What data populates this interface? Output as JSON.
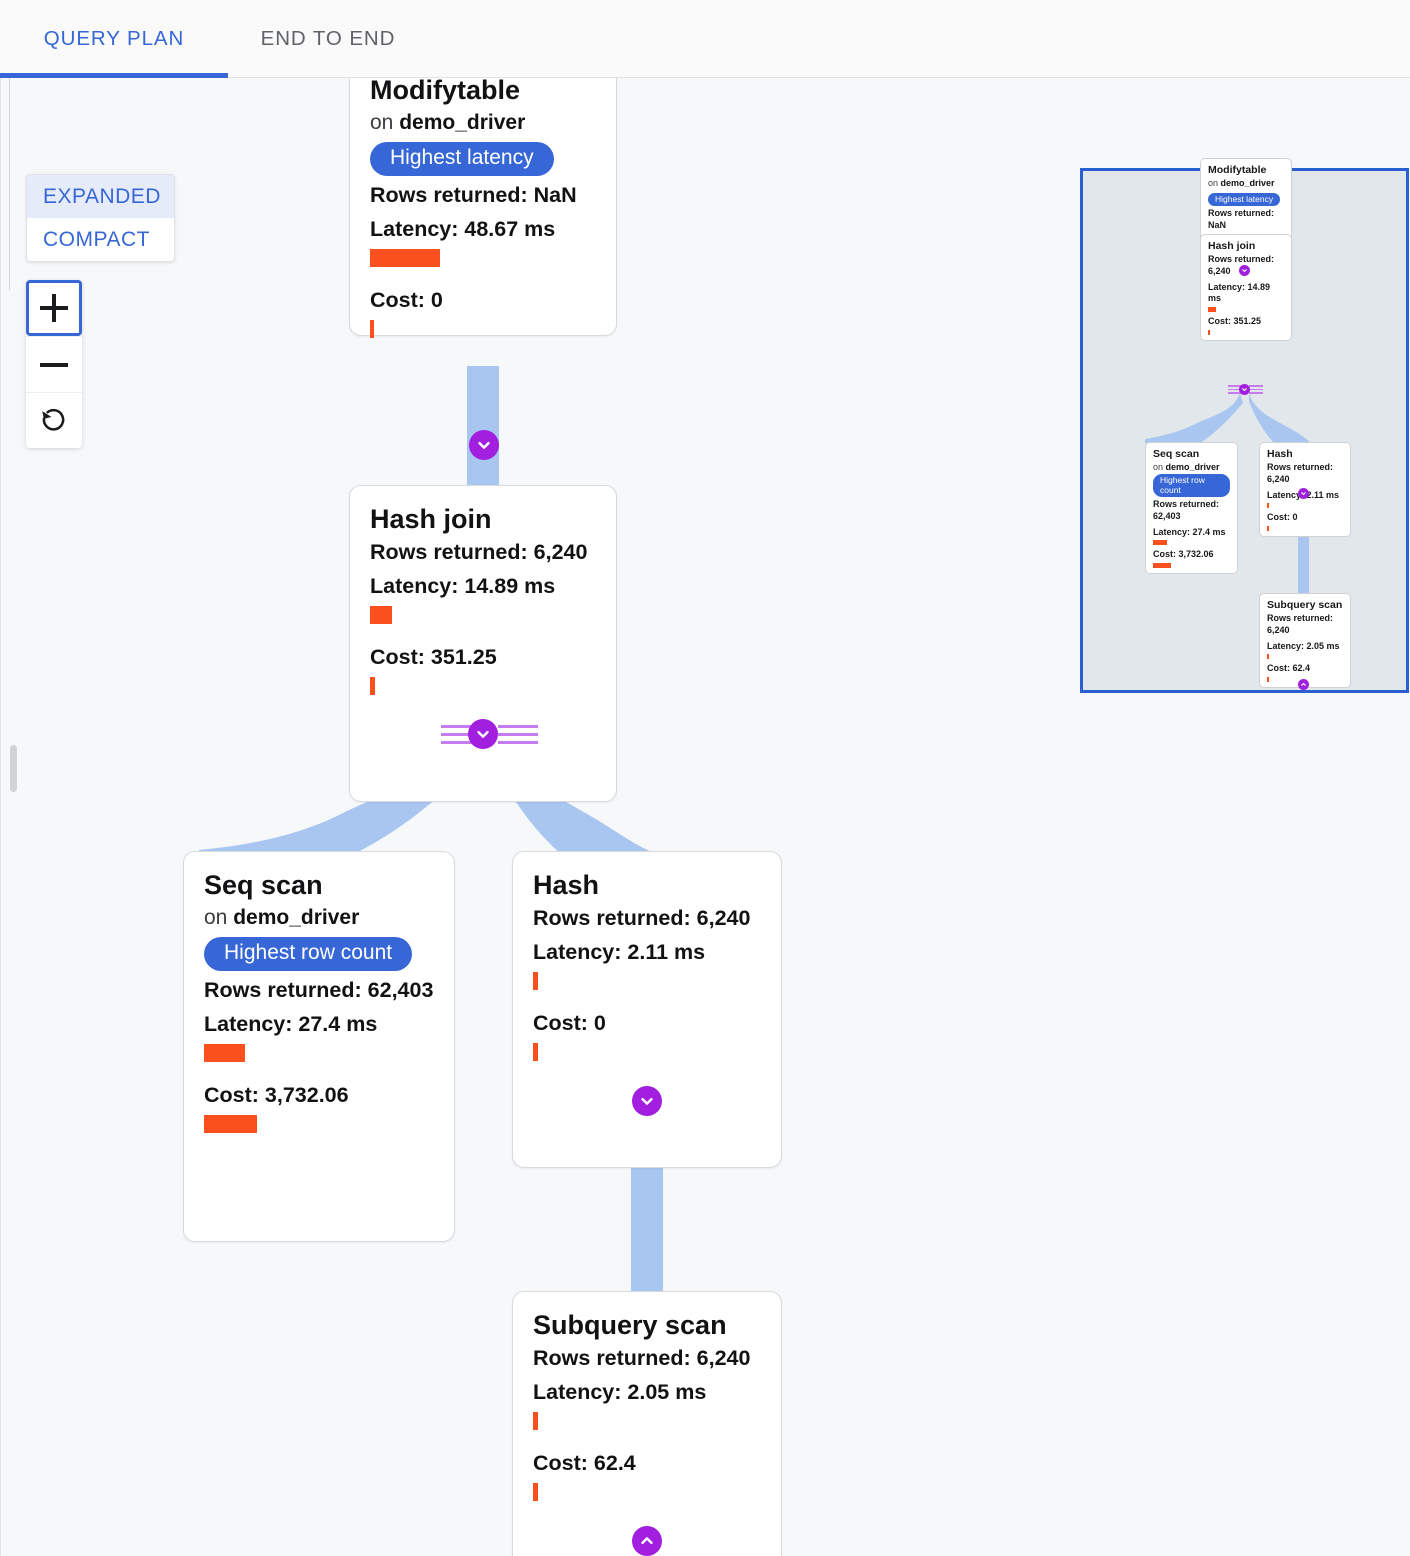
{
  "tabs": [
    {
      "id": "query-plan",
      "label": "QUERY PLAN",
      "active": true
    },
    {
      "id": "end-to-end",
      "label": "END TO END",
      "active": false
    }
  ],
  "controls": {
    "mode": {
      "expanded_label": "EXPANDED",
      "compact_label": "COMPACT",
      "selected": "EXPANDED"
    },
    "zoom": {
      "zoom_in_label": "+",
      "zoom_out_label": "−",
      "reset_label": "↺"
    }
  },
  "colors": {
    "accent_blue": "#3767d6",
    "badge_blue": "#3767d6",
    "bar_orange": "#f9501e",
    "connector_purple": "#a21fe0",
    "edge_blue": "#a8c6f0",
    "minimap_bg": "#e2e7ec",
    "minimap_border": "#2a5fd4"
  },
  "labels": {
    "rows_returned": "Rows returned:",
    "latency": "Latency:",
    "cost": "Cost:",
    "on_prefix": "on"
  },
  "nodes": [
    {
      "id": "modifytable",
      "title": "Modifytable",
      "relation": "demo_driver",
      "badge": "Highest latency",
      "rows_returned": "Rows returned: NaN",
      "latency": "Latency: 48.67 ms",
      "latency_bar_width": 70,
      "cost": "Cost: 0",
      "cost_bar_width": 4
    },
    {
      "id": "hash-join",
      "title": "Hash join",
      "relation": null,
      "badge": null,
      "rows_returned": "Rows returned: 6,240",
      "latency": "Latency: 14.89 ms",
      "latency_bar_width": 22,
      "cost": "Cost: 351.25",
      "cost_bar_width": 5
    },
    {
      "id": "seq-scan",
      "title": "Seq scan",
      "relation": "demo_driver",
      "badge": "Highest row count",
      "rows_returned": "Rows returned: 62,403",
      "latency": "Latency: 27.4 ms",
      "latency_bar_width": 41,
      "cost": "Cost: 3,732.06",
      "cost_bar_width": 53
    },
    {
      "id": "hash",
      "title": "Hash",
      "relation": null,
      "badge": null,
      "rows_returned": "Rows returned: 6,240",
      "latency": "Latency: 2.11 ms",
      "latency_bar_width": 5,
      "cost": "Cost: 0",
      "cost_bar_width": 5
    },
    {
      "id": "subquery-scan",
      "title": "Subquery scan",
      "relation": null,
      "badge": null,
      "rows_returned": "Rows returned: 6,240",
      "latency": "Latency: 2.05 ms",
      "latency_bar_width": 5,
      "cost": "Cost: 62.4",
      "cost_bar_width": 5
    }
  ],
  "minimap": {
    "present": true
  }
}
